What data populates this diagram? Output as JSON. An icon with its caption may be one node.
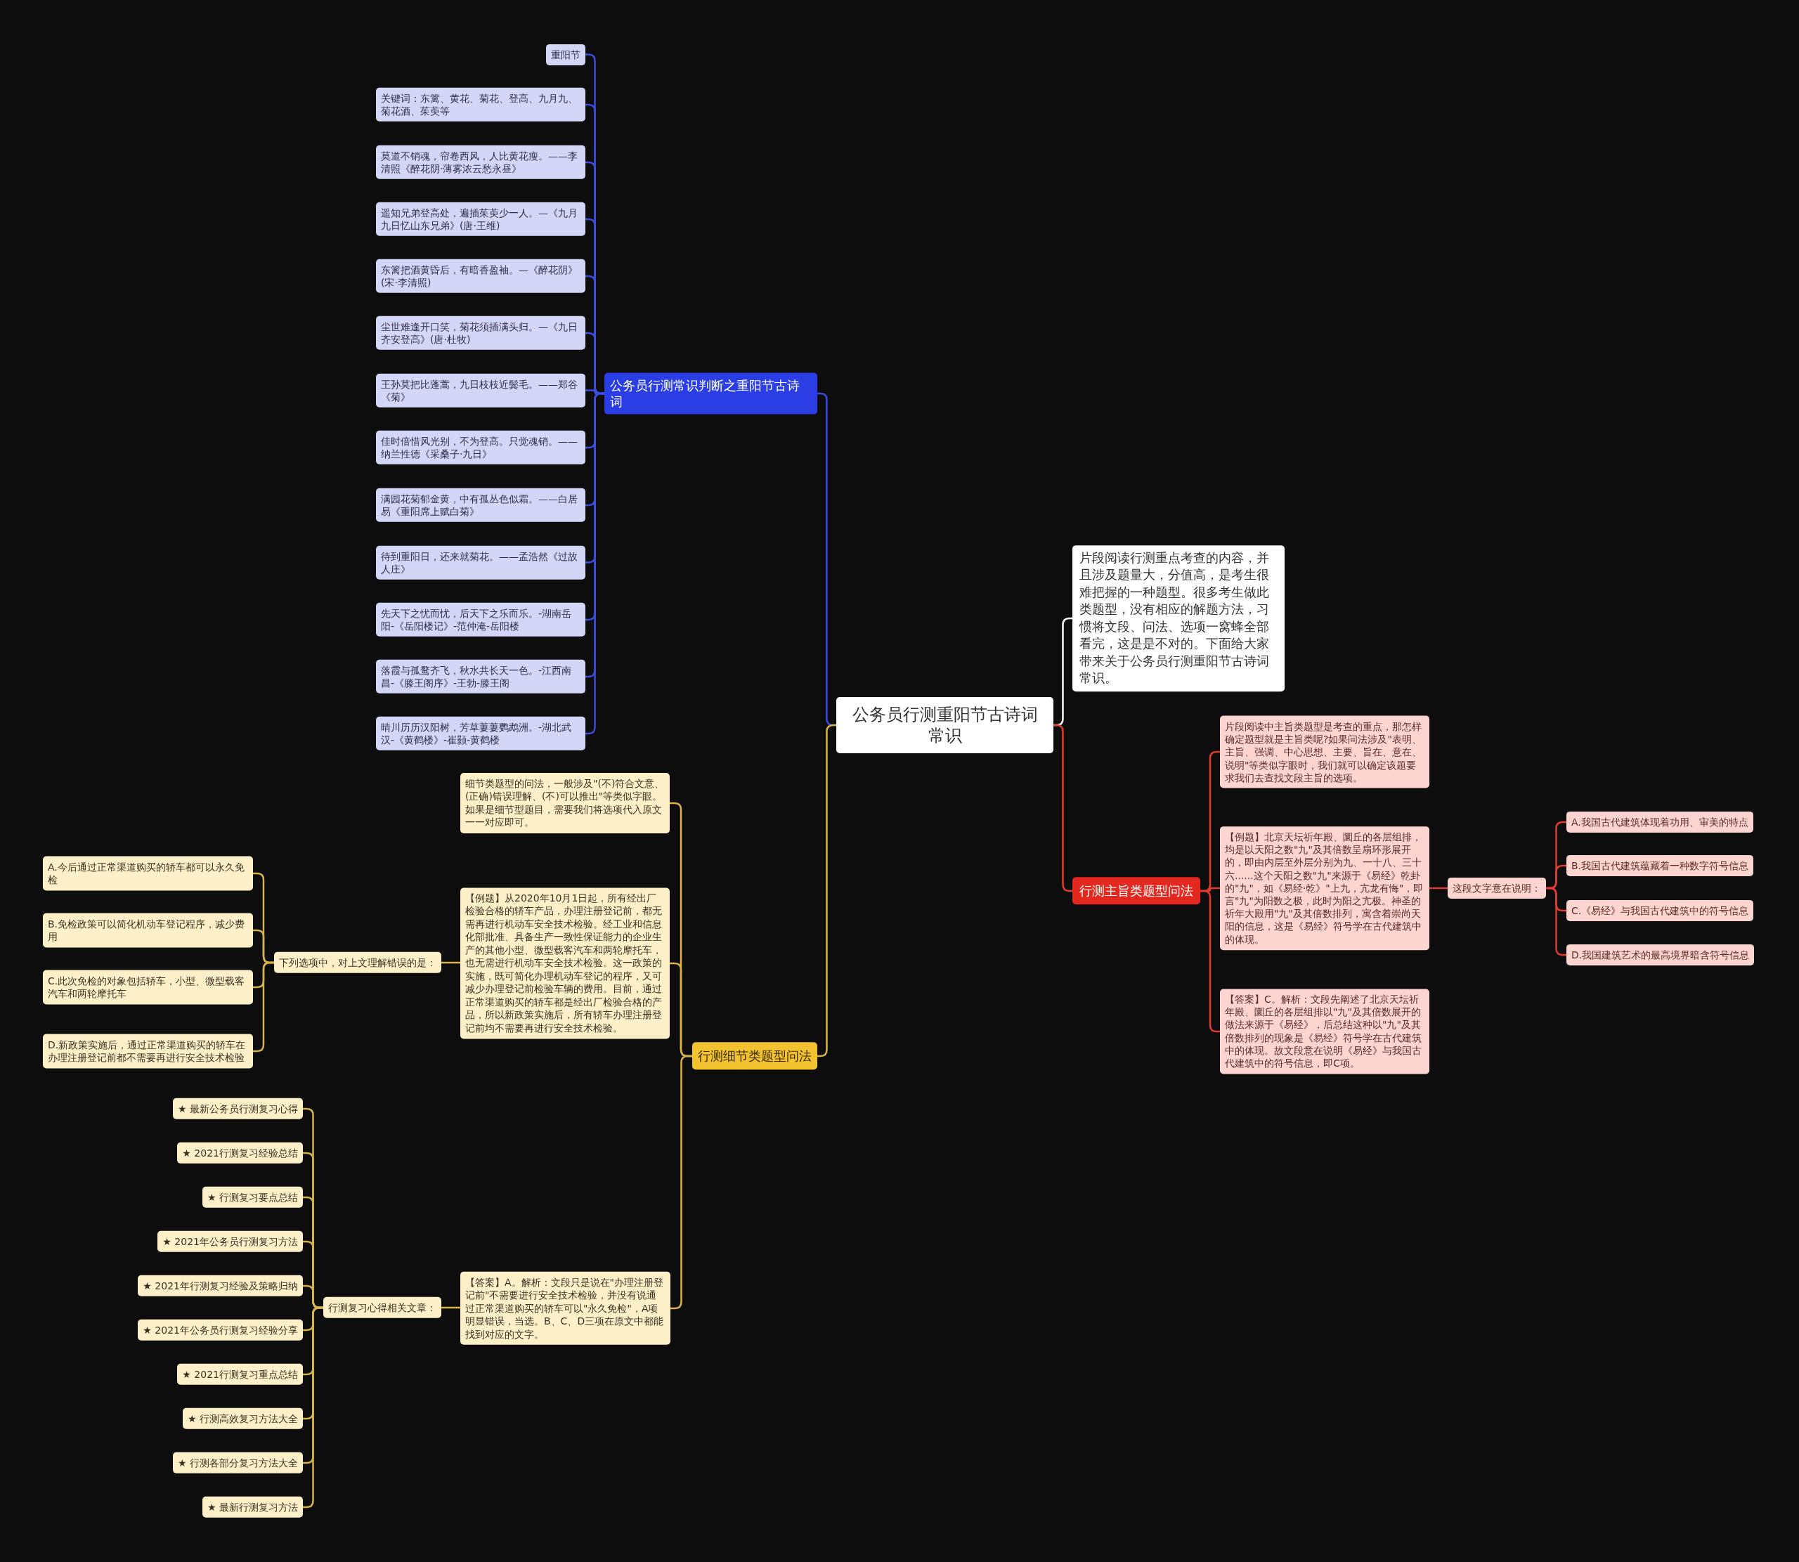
{
  "diagram": {
    "nodes": [
      {
        "text": [
          "公务员行测重阳节古诗词常识"
        ]
      },
      {
        "text": [
          "公务员行测常识判断之重阳节古诗词"
        ]
      },
      {
        "text": [
          "重阳节"
        ]
      },
      {
        "text": [
          "关键词：东篱、黄花、菊花、登高、九月九、菊花酒、茱萸等"
        ]
      },
      {
        "text": [
          "莫道不销魂，帘卷西风，人比黄花瘦。——李清照《醉花阴·薄雾浓云愁永昼》"
        ]
      },
      {
        "text": [
          "遥知兄弟登高处，遍插茱萸少一人。—《九月九日忆山东兄弟》(唐·王维)"
        ]
      },
      {
        "text": [
          "东篱把酒黄昏后，有暗香盈袖。—《醉花阴》(宋·李清照)"
        ]
      },
      {
        "text": [
          "尘世难逢开口笑，菊花须插满头归。—《九日齐安登高》(唐·杜牧)"
        ]
      },
      {
        "text": [
          "王孙莫把比蓬蒿，九日枝枝近鬓毛。——郑谷《菊》"
        ]
      },
      {
        "text": [
          "佳时倍惜风光别，不为登高。只觉魂销。——纳兰性德《采桑子·九日》"
        ]
      },
      {
        "text": [
          "满园花菊郁金黄，中有孤丛色似霜。——白居易《重阳席上赋白菊》"
        ]
      },
      {
        "text": [
          "待到重阳日，还来就菊花。——孟浩然《过故人庄》"
        ]
      },
      {
        "text": [
          "先天下之忧而忧，后天下之乐而乐。-湖南岳阳-《岳阳楼记》-范仲淹-岳阳楼"
        ]
      },
      {
        "text": [
          "落霞与孤鹜齐飞，秋水共长天一色。-江西南昌-《滕王阁序》-王勃-滕王阁"
        ]
      },
      {
        "text": [
          "晴川历历汉阳树，芳草萋萋鹦鹉洲。-湖北武汉-《黄鹤楼》-崔颢-黄鹤楼"
        ]
      },
      {
        "text": [
          "片段阅读行测重点考查的内容，并且涉及题量大，分值高，是考生很难把握的一种题型。很多考生做此类题型，没有相应的解题方法，习惯将文段、问法、选项一窝蜂全部看完，这是是不对的。下面给大家带来关于公务员行测重阳节古诗词常识。"
        ]
      },
      {
        "text": [
          "行测主旨类题型问法"
        ]
      },
      {
        "text": [
          "片段阅读中主旨类题型是考查的重点，那怎样确定题型就是主旨类呢?如果问法涉及\"表明、主旨、强调、中心思想、主要、旨在、意在、说明\"等类似字眼时，我们就可以确定该题要求我们去查找文段主旨的选项。"
        ]
      },
      {
        "text": [
          "【例题】北京天坛祈年殿、圜丘的各层组排，均是以天阳之数\"九\"及其倍数呈扇环形展开的，即由内层至外层分别为九、一十八、三十六......这个天阳之数\"九\"来源于《易经》乾卦的\"九\"，如《易经·乾》\"上九，亢龙有悔\"，即言\"九\"为阳数之极，此时为阳之亢极。神圣的祈年大殿用\"九\"及其倍数排列，寓含着崇尚天阳的信息，这是《易经》符号学在古代建筑中的体现。"
        ]
      },
      {
        "text": [
          "【答案】C。解析：文段先阐述了北京天坛祈年殿、圜丘的各层组排以\"九\"及其倍数展开的做法来源于《易经》，后总结这种以\"九\"及其倍数排列的现象是《易经》符号学在古代建筑中的体现。故文段意在说明《易经》与我国古代建筑中的符号信息，即C项。"
        ]
      },
      {
        "text": [
          "这段文字意在说明："
        ]
      },
      {
        "text": [
          "A.我国古代建筑体现着功用、审美的特点"
        ]
      },
      {
        "text": [
          "B.我国古代建筑蕴藏着一种数字符号信息"
        ]
      },
      {
        "text": [
          "C.《易经》与我国古代建筑中的符号信息"
        ]
      },
      {
        "text": [
          "D.我国建筑艺术的最高境界暗含符号信息"
        ]
      },
      {
        "text": [
          "行测细节类题型问法"
        ]
      },
      {
        "text": [
          "细节类题型的问法，一般涉及\"(不)符合文意、(正确)错误理解、(不)可以推出\"等类似字眼。如果是细节型题目，需要我们将选项代入原文一一对应即可。"
        ]
      },
      {
        "text": [
          "【例题】从2020年10月1日起，所有经出厂检验合格的轿车产品，办理注册登记前，都无需再进行机动车安全技术检验。经工业和信息化部批准、具备生产一致性保证能力的企业生产的其他小型、微型载客汽车和两轮摩托车，也无需进行机动车安全技术检验。这一政策的实施，既可简化办理机动车登记的程序，又可减少办理登记前检验车辆的费用。目前，通过正常渠道购买的轿车都是经出厂检验合格的产品，所以新政策实施后，所有轿车办理注册登记前均不需要再进行安全技术检验。"
        ]
      },
      {
        "text": [
          "下列选项中，对上文理解错误的是："
        ]
      },
      {
        "text": [
          "A.今后通过正常渠道购买的轿车都可以永久免检"
        ]
      },
      {
        "text": [
          "B.免检政策可以简化机动车登记程序，减少费用"
        ]
      },
      {
        "text": [
          "C.此次免检的对象包括轿车，小型、微型载客汽车和两轮摩托车"
        ]
      },
      {
        "text": [
          "D.新政策实施后，通过正常渠道购买的轿车在办理注册登记前都不需要再进行安全技术检验"
        ]
      },
      {
        "text": [
          "【答案】A。解析：文段只是说在\"办理注册登记前\"不需要进行安全技术检验，并没有说通过正常渠道购买的轿车可以\"永久免检\"，A项明显错误，当选。B、C、D三项在原文中都能找到对应的文字。"
        ]
      },
      {
        "text": [
          "行测复习心得相关文章："
        ]
      },
      {
        "text": [
          "★ 最新公务员行测复习心得"
        ]
      },
      {
        "text": [
          "★ 2021行测复习经验总结"
        ]
      },
      {
        "text": [
          "★ 行测复习要点总结"
        ]
      },
      {
        "text": [
          "★ 2021年公务员行测复习方法"
        ]
      },
      {
        "text": [
          "★ 2021年行测复习经验及策略归纳"
        ]
      },
      {
        "text": [
          "★ 2021年公务员行测复习经验分享"
        ]
      },
      {
        "text": [
          "★ 2021行测复习重点总结"
        ]
      },
      {
        "text": [
          "★ 行测高效复习方法大全"
        ]
      },
      {
        "text": [
          "★ 行测各部分复习方法大全"
        ]
      },
      {
        "text": [
          "★ 最新行测复习方法"
        ]
      }
    ],
    "edges": [
      {
        "from": 0,
        "to": 1,
        "arrow": "none",
        "color": "#3a4de0"
      },
      {
        "from": 1,
        "to": 2,
        "arrow": "none",
        "color": "#3a4de0"
      },
      {
        "from": 1,
        "to": 3,
        "arrow": "none",
        "color": "#3a4de0"
      },
      {
        "from": 1,
        "to": 4,
        "arrow": "none",
        "color": "#3a4de0"
      },
      {
        "from": 1,
        "to": 5,
        "arrow": "none",
        "color": "#3a4de0"
      },
      {
        "from": 1,
        "to": 6,
        "arrow": "none",
        "color": "#3a4de0"
      },
      {
        "from": 1,
        "to": 7,
        "arrow": "none",
        "color": "#3a4de0"
      },
      {
        "from": 1,
        "to": 8,
        "arrow": "none",
        "color": "#3a4de0"
      },
      {
        "from": 1,
        "to": 9,
        "arrow": "none",
        "color": "#3a4de0"
      },
      {
        "from": 1,
        "to": 10,
        "arrow": "none",
        "color": "#3a4de0"
      },
      {
        "from": 1,
        "to": 11,
        "arrow": "none",
        "color": "#3a4de0"
      },
      {
        "from": 1,
        "to": 12,
        "arrow": "none",
        "color": "#3a4de0"
      },
      {
        "from": 1,
        "to": 13,
        "arrow": "none",
        "color": "#3a4de0"
      },
      {
        "from": 1,
        "to": 14,
        "arrow": "none",
        "color": "#3a4de0"
      },
      {
        "from": 0,
        "to": 15,
        "arrow": "none",
        "color": "#ffffff"
      },
      {
        "from": 0,
        "to": 16,
        "arrow": "none",
        "color": "#e33b2c"
      },
      {
        "from": 16,
        "to": 17,
        "arrow": "none",
        "color": "#e33b2c"
      },
      {
        "from": 16,
        "to": 18,
        "arrow": "none",
        "color": "#e33b2c"
      },
      {
        "from": 16,
        "to": 19,
        "arrow": "none",
        "color": "#e33b2c"
      },
      {
        "from": 18,
        "to": 20,
        "arrow": "none",
        "color": "#e33b2c"
      },
      {
        "from": 20,
        "to": 21,
        "arrow": "none",
        "color": "#e33b2c"
      },
      {
        "from": 20,
        "to": 22,
        "arrow": "none",
        "color": "#e33b2c"
      },
      {
        "from": 20,
        "to": 23,
        "arrow": "none",
        "color": "#e33b2c"
      },
      {
        "from": 20,
        "to": 24,
        "arrow": "none",
        "color": "#e33b2c"
      },
      {
        "from": 0,
        "to": 25,
        "arrow": "none"
      },
      {
        "from": 25,
        "to": 26,
        "arrow": "none"
      },
      {
        "from": 25,
        "to": 27,
        "arrow": "none"
      },
      {
        "from": 27,
        "to": 28,
        "arrow": "none"
      },
      {
        "from": 28,
        "to": 29,
        "arrow": "none"
      },
      {
        "from": 28,
        "to": 30,
        "arrow": "none"
      },
      {
        "from": 28,
        "to": 31,
        "arrow": "none"
      },
      {
        "from": 28,
        "to": 32,
        "arrow": "none"
      },
      {
        "from": 25,
        "to": 33,
        "arrow": "none"
      },
      {
        "from": 33,
        "to": 34,
        "arrow": "none"
      },
      {
        "from": 34,
        "to": 35,
        "arrow": "none"
      },
      {
        "from": 34,
        "to": 36,
        "arrow": "none"
      },
      {
        "from": 34,
        "to": 37,
        "arrow": "none"
      },
      {
        "from": 34,
        "to": 38,
        "arrow": "none"
      },
      {
        "from": 34,
        "to": 39,
        "arrow": "none"
      },
      {
        "from": 34,
        "to": 40,
        "arrow": "none"
      },
      {
        "from": 34,
        "to": 41,
        "arrow": "none"
      },
      {
        "from": 34,
        "to": 42,
        "arrow": "none"
      },
      {
        "from": 34,
        "to": 43,
        "arrow": "none"
      },
      {
        "from": 34,
        "to": 44,
        "arrow": "none"
      }
    ]
  }
}
